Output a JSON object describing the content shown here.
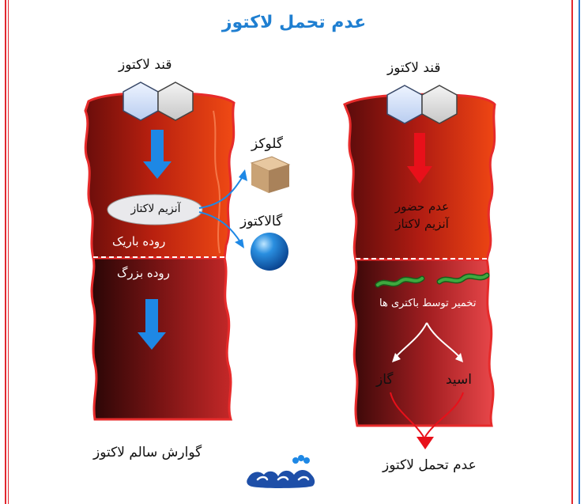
{
  "title": "عدم تحمل لاکتوز",
  "healthy": {
    "sugar_label": "قند لاکتوز",
    "enzyme_label": "آنزیم لاکتاز",
    "glucose_label": "گلوکز",
    "galactose_label": "گالاکتوز",
    "small_intestine_label": "روده باریک",
    "large_intestine_label": "روده بزرگ",
    "caption": "گوارش سالم لاکتوز"
  },
  "intolerant": {
    "sugar_label": "قند لاکتوز",
    "no_enzyme_line1": "عدم حضور",
    "no_enzyme_line2": "آنزیم لاکتاز",
    "bacteria_label": "تخمیر توسط باکتری ها",
    "gas_label": "گاز",
    "acid_label": "اسید",
    "caption": "عدم تحمل لاکتوز"
  },
  "colors": {
    "title": "#1f7fd1",
    "intestine_dark": "#5a0a0a",
    "intestine_red": "#d8361a",
    "blue_arrow": "#1e88e5",
    "red_arrow": "#e8101a",
    "frame_red": "#e2282f",
    "frame_blue": "#2f7fd0"
  },
  "icons": {
    "molecule": "hexagon-pair-icon",
    "glucose": "sugar-cube-icon",
    "galactose": "blue-sphere-icon",
    "bacteria": "bacteria-icon",
    "logo": "darmanet-logo-icon"
  }
}
